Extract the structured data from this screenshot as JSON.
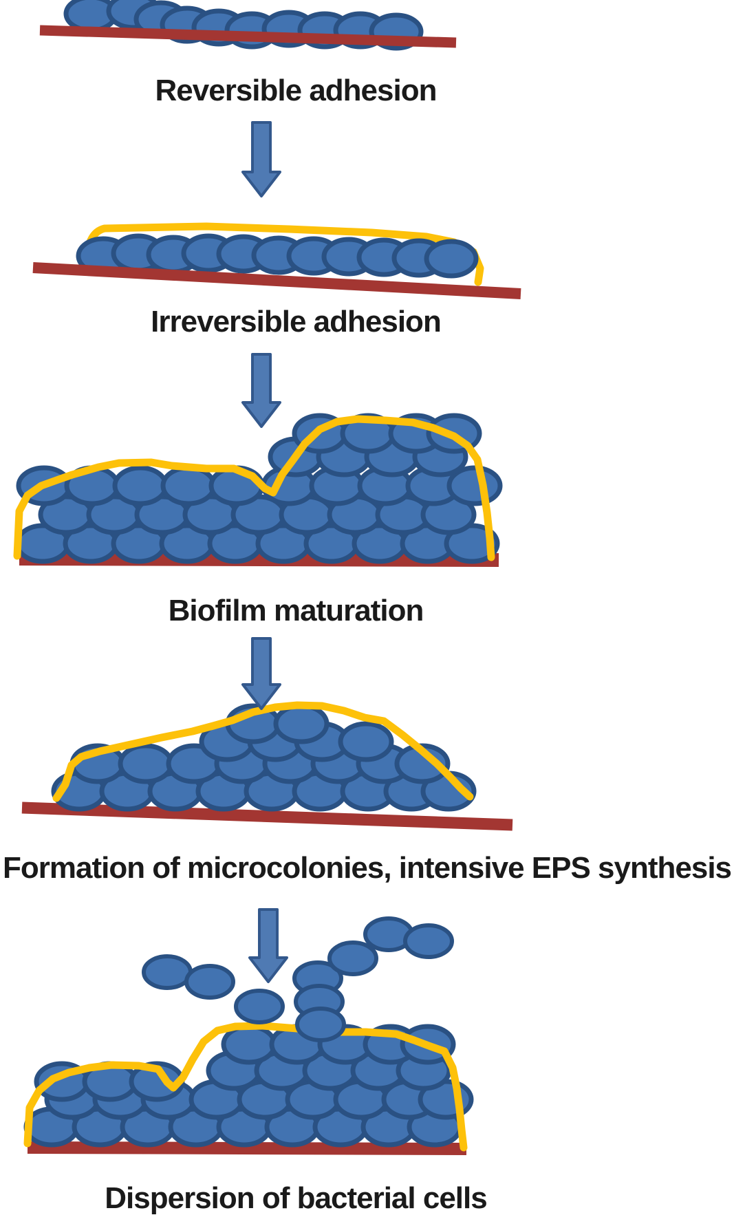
{
  "diagram": {
    "subject": "biofilm formation stages",
    "stages": [
      {
        "id": "reversible-adhesion",
        "label": "Reversible adhesion"
      },
      {
        "id": "irreversible-adhesion",
        "label": "Irreversible adhesion"
      },
      {
        "id": "biofilm-maturation",
        "label": "Biofilm maturation"
      },
      {
        "id": "microcolonies-eps",
        "label": "Formation of microcolonies, intensive EPS synthesis"
      },
      {
        "id": "dispersion",
        "label": "Dispersion of bacterial cells"
      }
    ]
  },
  "colors": {
    "bacterial_cell_fill": "#4273b1",
    "bacterial_cell_outline": "#2a5183",
    "substrate_surface": "#a33632",
    "eps_matrix": "#fdc10a",
    "arrow_fill": "#4f7ab3",
    "arrow_outline": "#33588c",
    "label_text": "#1a1a1a",
    "background": "#ffffff"
  }
}
